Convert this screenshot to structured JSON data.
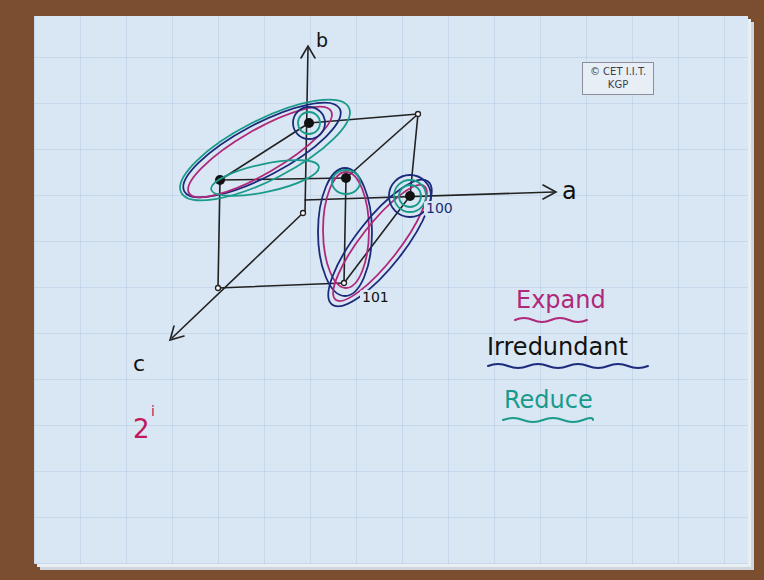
{
  "diagram": {
    "nodes": [
      {
        "text": [
          "© CET I.I.T. KGP"
        ]
      }
    ],
    "labels": [
      "b",
      "a",
      "c",
      "100",
      "101",
      "Expand",
      "Irredundant",
      "Reduce",
      "2",
      "i"
    ]
  }
}
